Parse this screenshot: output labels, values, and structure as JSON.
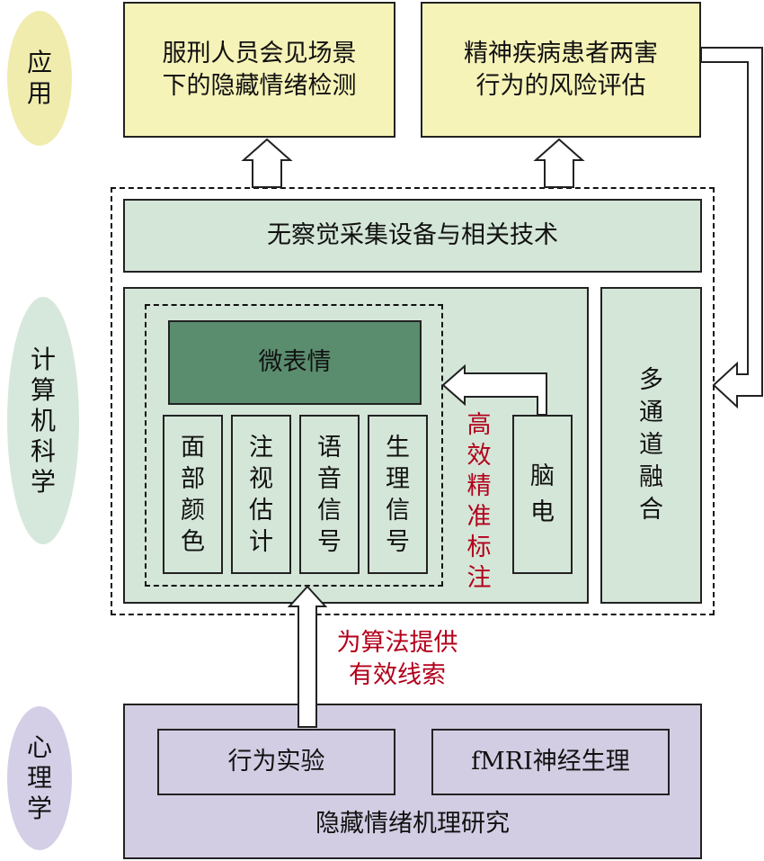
{
  "layers": {
    "app": "应\n用",
    "cs": "计\n算\n机\n科\n学",
    "psy": "心\n理\n学"
  },
  "apps": {
    "prison": "服刑人员会见场景\n下的隐藏情绪检测",
    "psych": "精神疾病患者两害\n行为的风险评估"
  },
  "cs": {
    "devices": "无察觉采集设备与相关技术",
    "micro": "微表情",
    "cues": [
      "面\n部\n颜\n色",
      "注\n视\n估\n计",
      "语\n音\n信\n号",
      "生\n理\n信\n号"
    ],
    "eeg": "脑\n电",
    "annotation": "高\n效\n精\n准\n标\n注",
    "fusion": "多\n通\n道\n融\n合"
  },
  "link_label": "为算法提供\n有效线索",
  "psy": {
    "behavior": "行为实验",
    "fmri": "fMRI神经生理",
    "mechanism": "隐藏情绪机理研究"
  },
  "colors": {
    "yellow": "#f6f3b8",
    "green": "#d4e6d8",
    "dark_green": "#5a8d6e",
    "purple": "#d2cde3",
    "red_text": "#b3001b"
  }
}
